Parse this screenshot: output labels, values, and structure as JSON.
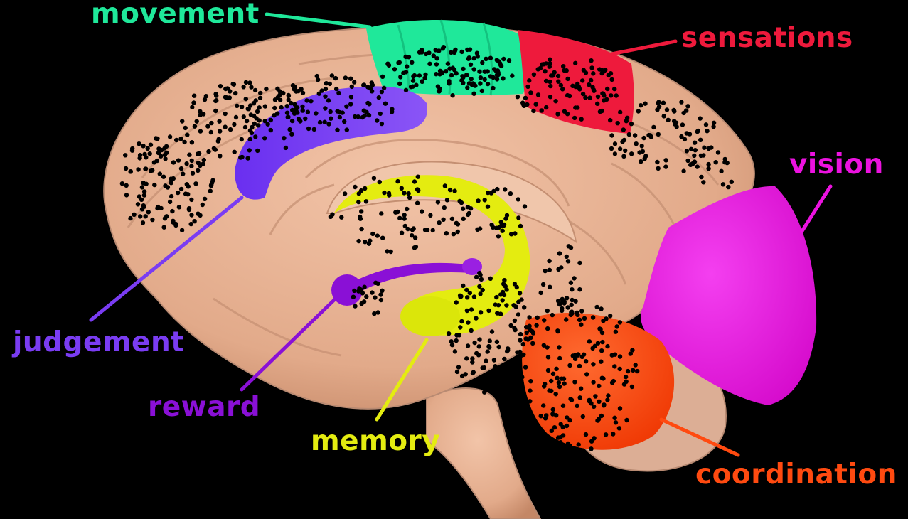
{
  "labels": {
    "movement": "movement",
    "sensations": "sensations",
    "vision": "vision",
    "judgement": "judgement",
    "reward": "reward",
    "memory": "memory",
    "coordination": "coordination"
  },
  "colors": {
    "background": "#000000",
    "brain_tissue": "#e8b496",
    "brain_shadow": "#c98f70",
    "dots": "#000000",
    "movement": "#1fe89a",
    "sensations": "#ee1a3c",
    "vision": "#ec12e0",
    "judgement": "#7a3cf2",
    "reward": "#8a10d6",
    "memory": "#e4ec10",
    "coordination": "#ff4a10"
  }
}
